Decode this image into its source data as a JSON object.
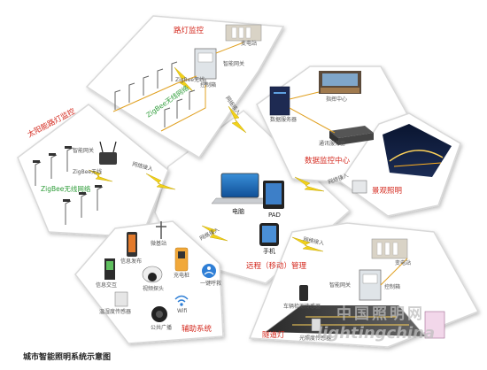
{
  "diagram": {
    "title": "城市智能照明系统示意图",
    "sections": {
      "street_light": "路灯监控",
      "solar_light": "太阳能路灯监控",
      "data_center": "数据监控中心",
      "landscape": "景观照明",
      "remote": "远程（移动）管理",
      "auxiliary": "辅助系统",
      "tunnel": "隧道灯"
    },
    "labels": {
      "substation_top": "变电站",
      "smart_gateway_top": "智能网关",
      "zigbee_wireless_top": "ZigBee无线",
      "control_box": "控制箱",
      "zigbee_network_top": "ZigBee无线网络",
      "network_access_top": "网络接入",
      "command_center": "指挥中心",
      "data_server": "数据服务器",
      "comm_server": "通讯服务器",
      "smart_gateway_left": "智能网关",
      "zigbee_wireless_left": "ZigBee无线",
      "zigbee_network_left": "ZigBee无线网络",
      "network_access_left": "网络接入",
      "computer": "电脑",
      "pad": "PAD",
      "phone": "手机",
      "network_access_right": "网络接入",
      "network_access_bottom_left": "网络接入",
      "network_access_bottom_right": "网络接入",
      "micro_base": "微基站",
      "info_release": "信息发布",
      "info_interaction": "信息交互",
      "video_monitor": "视频探头",
      "charging_pile": "充电桩",
      "one_key_call": "一键呼救",
      "env_sensor": "温湿度传感器",
      "wifi": "Wifi",
      "broadcast": "公共广播",
      "substation_bottom": "变电站",
      "smart_gateway_bottom": "智能网关",
      "control_box_bottom": "控制箱",
      "vehicle_sensor": "车辆检测传感器",
      "light_sensor": "光照度传感器"
    },
    "watermark": {
      "cn": "中国照明网",
      "en": "lightingchina"
    }
  }
}
